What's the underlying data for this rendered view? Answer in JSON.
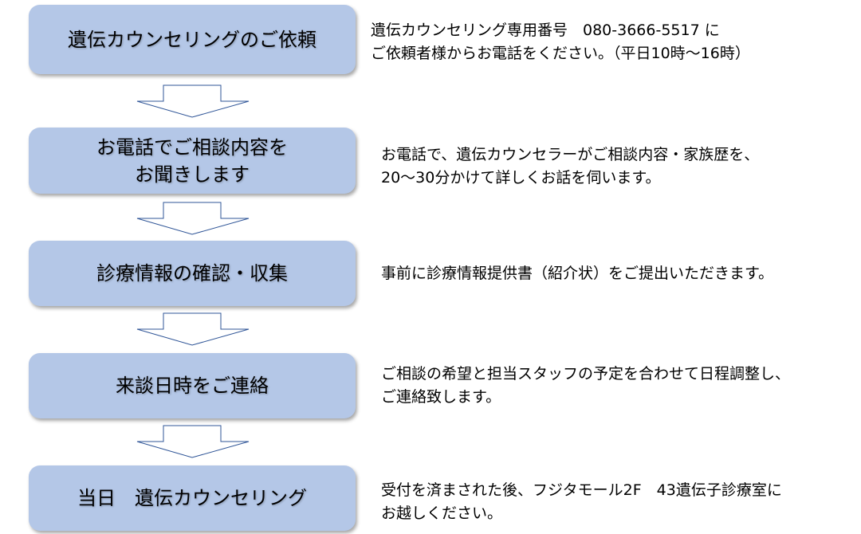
{
  "steps": [
    {
      "title": "遺伝カウンセリングのご依頼",
      "desc": [
        "遺伝カウンセリング専用番号　080-3666-5517 に",
        "ご依頼者様からお電話をください。（平日10時～16時）"
      ]
    },
    {
      "title": [
        "お電話でご相談内容を",
        "お聞きします"
      ],
      "desc": [
        "お電話で、遺伝カウンセラーがご相談内容・家族歴を、",
        "20～30分かけて詳しくお話を伺います。"
      ]
    },
    {
      "title": "診療情報の確認・収集",
      "desc": [
        "事前に診療情報提供書（紹介状）をご提出いただきます。"
      ]
    },
    {
      "title": "来談日時をご連絡",
      "desc": [
        "ご相談の希望と担当スタッフの予定を合わせて日程調整し、",
        "ご連絡致します。"
      ]
    },
    {
      "title": "当日　遺伝カウンセリング",
      "desc": [
        "受付を済まされた後、フジタモール2F　43遺伝子診療室に",
        "お越しください。"
      ]
    }
  ],
  "colors": {
    "box": "#b4c7e7",
    "arrow_stroke": "#2f5597"
  }
}
